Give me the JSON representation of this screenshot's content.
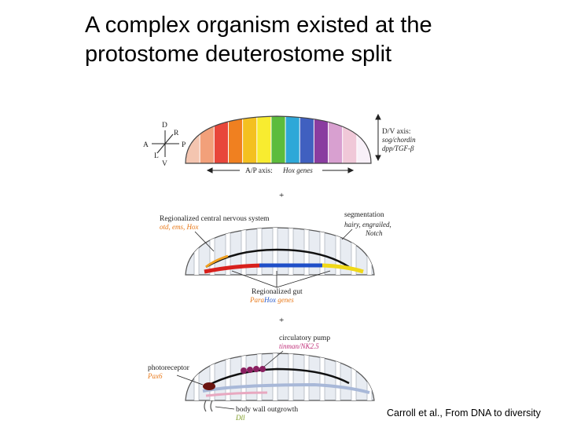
{
  "slide": {
    "title_line1": "A complex organism existed at the",
    "title_line2": "protostome deuterostome split",
    "credit": "Carroll et al., From DNA to diversity"
  },
  "panel_a": {
    "axis_d": "D",
    "axis_v": "V",
    "axis_a": "A",
    "axis_p": "P",
    "axis_r": "R",
    "axis_l": "L",
    "ap_axis_label": "A/P axis:",
    "ap_axis_genes": "Hox genes",
    "dv_axis_label": "D/V axis:",
    "dv_genes_1": "sog/chordin",
    "dv_genes_2": "dpp/TGF-β"
  },
  "plus_1": "+",
  "plus_2": "+",
  "panel_b": {
    "cns_label": "Regionalized central nervous system",
    "cns_genes": "otd, ems, Hox",
    "seg_label": "segmentation",
    "seg_genes_1": "hairy, engrailed,",
    "seg_genes_2": "Notch",
    "gut_label": "Regionalized gut",
    "gut_genes_para": "Para",
    "gut_genes_hox": "Hox",
    "gut_genes_rest": " genes"
  },
  "panel_c": {
    "pump_label": "circulatory pump",
    "pump_genes": "tinman/NK2.5",
    "photo_label": "photoreceptor",
    "photo_genes": "Pax6",
    "wall_label": "body wall outgrowth",
    "wall_genes": "Dll"
  },
  "colors": {
    "hox_bands": [
      "#f4c5b0",
      "#f2a07a",
      "#e8463a",
      "#f08020",
      "#f4c020",
      "#f8ec30",
      "#5cbc3c",
      "#2ea8d8",
      "#4060c0",
      "#8a3ca0",
      "#d8a0d0",
      "#f0c8d8",
      "#f8f0f8"
    ],
    "gut_red": "#d8201c",
    "gut_blue": "#1f4fc8",
    "gut_yellow": "#f0d818",
    "cns_orange": "#f0a020",
    "pump_purple": "#8a2060",
    "photo_maroon": "#6a1410",
    "pax_orange": "#e87818",
    "tinman_magenta": "#c0307a",
    "dll_green": "#7a9a20"
  }
}
